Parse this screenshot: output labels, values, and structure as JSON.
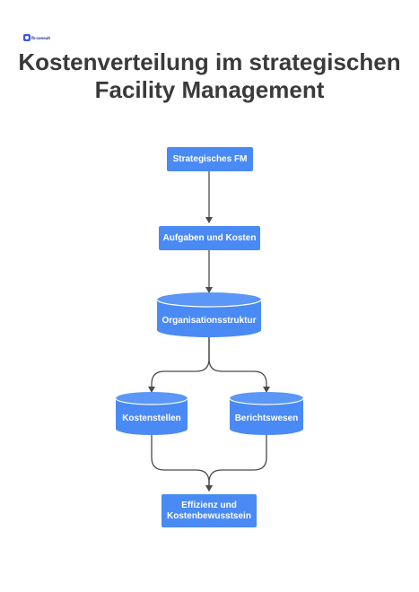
{
  "logo": {
    "text": "fb-consult"
  },
  "title": {
    "line1": "Kostenverteilung im strategischen",
    "line2": "Facility Management"
  },
  "nodes": {
    "strategisches_fm": "Strategisches FM",
    "aufgaben_kosten": "Aufgaben und Kosten",
    "organisationsstruktur": "Organisationsstruktur",
    "kostenstellen": "Kostenstellen",
    "berichtswesen": "Berichtswesen",
    "effizienz_line1": "Effizienz und",
    "effizienz_line2": "Kostenbewusstsein"
  },
  "colors": {
    "node": "#4a8af4",
    "edge": "#4a4a4a",
    "title": "#3a3a3a"
  }
}
